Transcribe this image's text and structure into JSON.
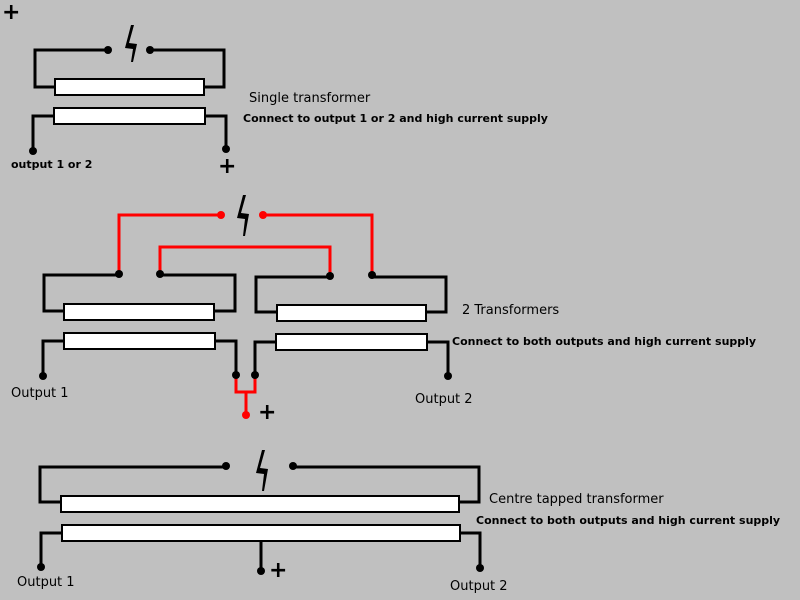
{
  "colors": {
    "background": "#c0c0c0",
    "wire": "#000000",
    "hv_wire": "#ff0000",
    "coil": "#ffffff"
  },
  "icons": {
    "spark_gap": "lightning-bolt-icon",
    "plus": "plus-sign"
  },
  "top_plus": "+",
  "single": {
    "title": "Single transformer",
    "subtitle": "Connect to output 1 or 2 and high current supply",
    "output_label": "output 1 or 2",
    "plus": "+"
  },
  "dual": {
    "title": "2 Transformers",
    "subtitle": "Connect to both outputs and high current supply",
    "output1": "Output 1",
    "output2": "Output 2",
    "plus": "+"
  },
  "centre": {
    "title": "Centre tapped transformer",
    "subtitle": "Connect to both outputs and high current supply",
    "output1": "Output 1",
    "output2": "Output 2",
    "plus": "+"
  }
}
